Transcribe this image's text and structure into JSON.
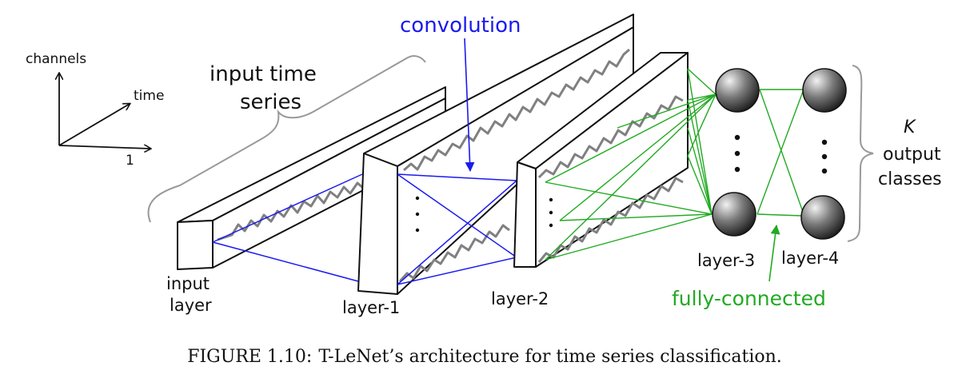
{
  "axes": {
    "channels": "channels",
    "time": "time",
    "one": "1"
  },
  "labels": {
    "input_time_line1": "input time",
    "input_time_line2": "series",
    "convolution": "convolution",
    "input_layer_line1": "input",
    "input_layer_line2": "layer",
    "layer1": "layer-1",
    "layer2": "layer-2",
    "layer3": "layer-3",
    "layer4": "layer-4",
    "fully_connected": "fully-connected",
    "k": "K",
    "output_line1": "output",
    "output_line2": "classes"
  },
  "caption": {
    "prefix": "FIGURE 1.10:",
    "text": "T-LeNet’s architecture for time series classification."
  },
  "colors": {
    "convolution": "#1a1af0",
    "fully_connected": "#22aa22",
    "box_stroke": "#111111",
    "signal": "#808080"
  }
}
